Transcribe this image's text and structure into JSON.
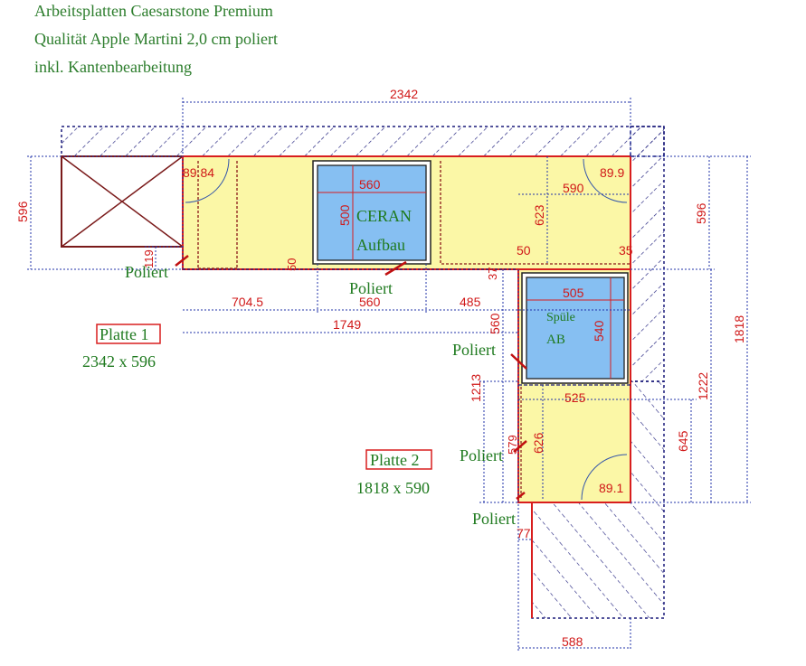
{
  "header": {
    "line1": "Arbeitsplatten Caesarstone Premium",
    "line2": "Qualität Apple Martini 2,0 cm poliert",
    "line3": "inkl. Kantenbearbeitung"
  },
  "colors": {
    "counter_fill": "#fbf7a6",
    "counter_outline": "#d81e1e",
    "cutout_fill": "#86bff2",
    "hatch": "#1a1a7a",
    "dimension": "#d01818",
    "label": "#1f7a1f"
  },
  "plates": [
    {
      "name": "Platte 1",
      "size": "2342 x 596"
    },
    {
      "name": "Platte 2",
      "size": "1818 x 590"
    }
  ],
  "cutouts": {
    "cooktop": {
      "line1": "CERAN",
      "line2": "Aufbau",
      "width": "560",
      "depth": "500"
    },
    "sink": {
      "line1": "Spüle",
      "line2": "AB",
      "width": "505",
      "depth": "540"
    }
  },
  "edge_label": "Poliert",
  "dimensions": {
    "total_width": "2342",
    "plate1_depth_left": "596",
    "plate1_depth_right": "596",
    "total_depth_right": "1818",
    "leg_outer": "1222",
    "leg_bottom": "645",
    "seg_1": "704.5",
    "seg_2": "560",
    "seg_3": "485",
    "seg_total": "1749",
    "corner_width": "590",
    "corner_depth": "623",
    "radius_left": "89.84",
    "radius_right": "89.9",
    "radius_bottom": "89.1",
    "small_119": "119",
    "small_50_left": "50",
    "small_50_right": "50",
    "small_35": "35",
    "small_37": "37",
    "sink_offset": "560",
    "leg_inner": "1213",
    "sink_lower_width": "525",
    "leg_lower_depth": "626",
    "small_579": "579",
    "small_77": "77",
    "leg_bottom_width": "588"
  }
}
